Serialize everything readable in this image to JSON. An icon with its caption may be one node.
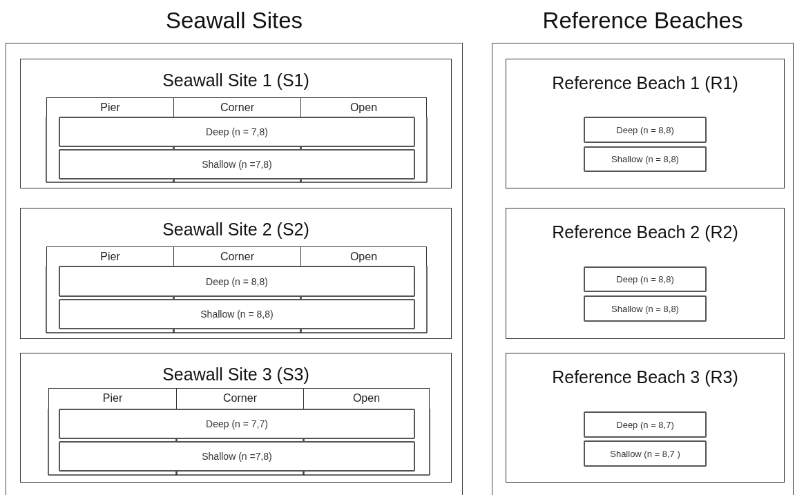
{
  "diagram": {
    "nodes": [
      {
        "text": [
          "Seawall Sites"
        ]
      },
      {
        "text": [
          "Seawall Site 1 (S1)"
        ],
        "in": 0
      },
      {
        "text": [
          "Pier"
        ],
        "in": 1
      },
      {
        "text": [
          "Corner"
        ],
        "in": 1
      },
      {
        "text": [
          "Open"
        ],
        "in": 1
      },
      {
        "text": [
          "Deep (n = 7,8)"
        ],
        "in": 1
      },
      {
        "text": [
          "Shallow (n =7,8)"
        ],
        "in": 1
      },
      {
        "text": [
          "Seawall Site 2 (S2)"
        ],
        "in": 0
      },
      {
        "text": [
          "Pier"
        ],
        "in": 7
      },
      {
        "text": [
          "Corner"
        ],
        "in": 7
      },
      {
        "text": [
          "Open"
        ],
        "in": 7
      },
      {
        "text": [
          "Deep (n = 8,8)"
        ],
        "in": 7
      },
      {
        "text": [
          "Shallow (n = 8,8)"
        ],
        "in": 7
      },
      {
        "text": [
          "Seawall Site 3 (S3)"
        ],
        "in": 0
      },
      {
        "text": [
          "Pier"
        ],
        "in": 13
      },
      {
        "text": [
          "Corner"
        ],
        "in": 13
      },
      {
        "text": [
          "Open"
        ],
        "in": 13
      },
      {
        "text": [
          "Deep (n = 7,7)"
        ],
        "in": 13
      },
      {
        "text": [
          "Shallow (n =7,8)"
        ],
        "in": 13
      },
      {
        "text": [
          "Reference Beaches"
        ]
      },
      {
        "text": [
          "Reference Beach 1 (R1)"
        ],
        "in": 19
      },
      {
        "text": [
          "Deep (n = 8,8)"
        ],
        "in": 20
      },
      {
        "text": [
          "Shallow (n = 8,8)"
        ],
        "in": 20
      },
      {
        "text": [
          "Reference Beach 2 (R2)"
        ],
        "in": 19
      },
      {
        "text": [
          "Deep (n = 8,8)"
        ],
        "in": 23
      },
      {
        "text": [
          "Shallow (n = 8,8)"
        ],
        "in": 23
      },
      {
        "text": [
          "Reference Beach 3 (R3)"
        ],
        "in": 19
      },
      {
        "text": [
          "Deep (n = 8,7)"
        ],
        "in": 26
      },
      {
        "text": [
          "Shallow (n = 8,7 )"
        ],
        "in": 26
      }
    ]
  }
}
